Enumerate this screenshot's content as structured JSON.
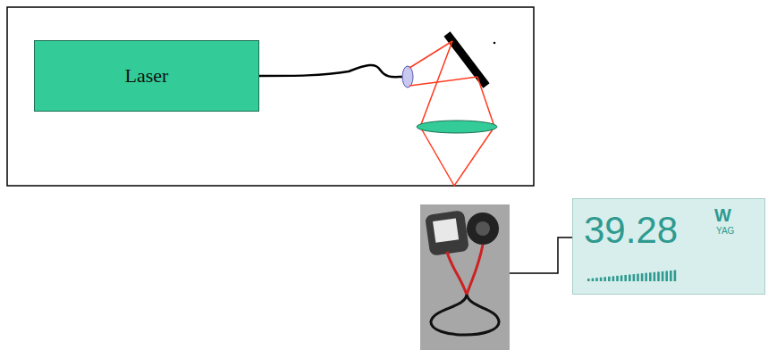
{
  "diagram": {
    "nodes": [
      {
        "text": [
          "Laser"
        ]
      },
      {
        "text": [
          "39.28",
          "W",
          "YAG"
        ]
      }
    ]
  }
}
